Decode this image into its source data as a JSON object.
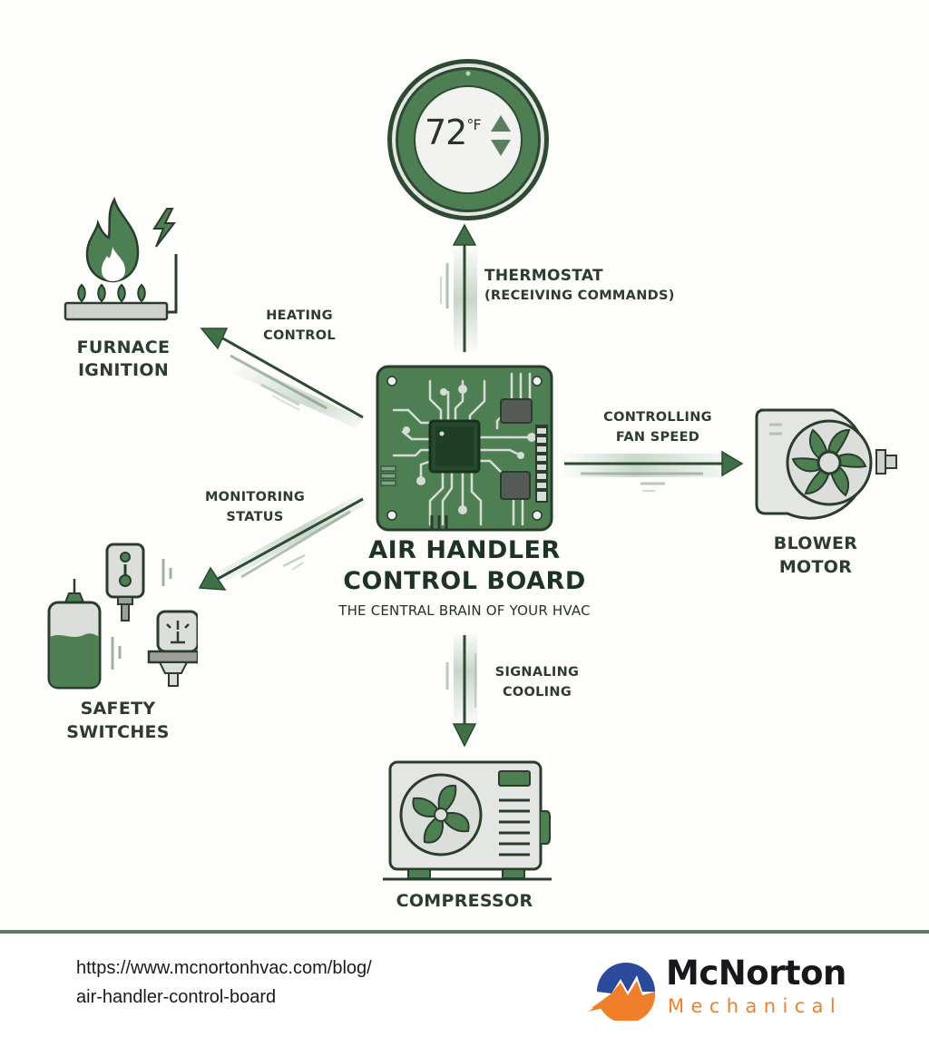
{
  "diagram": {
    "title": "AIR HANDLER CONTROL BOARD",
    "title_line1": "AIR HANDLER",
    "title_line2": "CONTROL BOARD",
    "subtitle": "THE CENTRAL BRAIN OF YOUR HVAC",
    "center_node": "Air handler control board (circuit board icon)",
    "colors": {
      "primary_green": "#3f7046",
      "dark_green": "#2a4a2e",
      "outline": "#2f3a31",
      "light_gray": "#dcdedb",
      "text": "#2d3b30",
      "divider": "#5f7c62"
    },
    "nodes": [
      {
        "id": "thermostat",
        "icon": "thermostat-icon",
        "display_value": "72",
        "display_unit": "°F",
        "arrow_label_line1": "THERMOSTAT",
        "arrow_label_line2": "(RECEIVING COMMANDS)",
        "direction": "up"
      },
      {
        "id": "furnace-ignition",
        "icon": "flame-icon",
        "label_line1": "FURNACE",
        "label_line2": "IGNITION",
        "arrow_label_line1": "HEATING",
        "arrow_label_line2": "CONTROL",
        "direction": "up-left"
      },
      {
        "id": "blower-motor",
        "icon": "blower-fan-icon",
        "label_line1": "BLOWER",
        "label_line2": "MOTOR",
        "arrow_label_line1": "CONTROLLING",
        "arrow_label_line2": "FAN SPEED",
        "direction": "right"
      },
      {
        "id": "safety-switches",
        "icon": "safety-switch-icon",
        "label_line1": "SAFETY",
        "label_line2": "SWITCHES",
        "arrow_label_line1": "MONITORING",
        "arrow_label_line2": "STATUS",
        "direction": "down-left"
      },
      {
        "id": "compressor",
        "icon": "condenser-unit-icon",
        "label_line1": "COMPRESSOR",
        "arrow_label_line1": "SIGNALING",
        "arrow_label_line2": "COOLING",
        "direction": "down"
      }
    ]
  },
  "footer": {
    "url_line1": "https://www.mcnortonhvac.com/blog/",
    "url_line2": "air-handler-control-board",
    "brand_name": "McNorton",
    "brand_sub": "Mechanical",
    "brand_colors": {
      "blue": "#2b4a9b",
      "orange": "#f07f2b",
      "black": "#16181c"
    }
  }
}
